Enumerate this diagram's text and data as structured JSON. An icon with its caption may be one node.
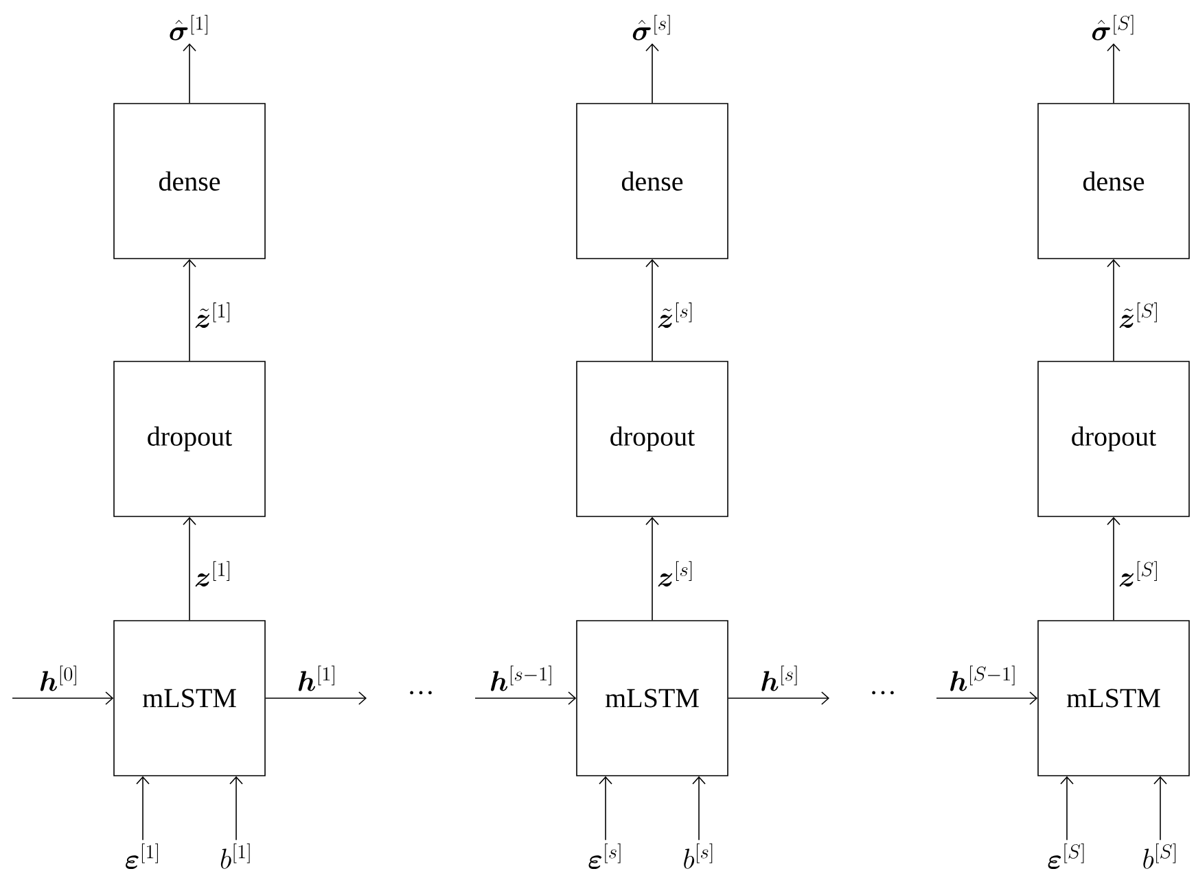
{
  "diagram": {
    "nodes": [
      {
        "text": [
          "\\hat{\\boldsymbol{\\sigma}}^{[1]}"
        ]
      },
      {
        "text": [
          "dense"
        ]
      },
      {
        "text": [
          "dropout"
        ]
      },
      {
        "text": [
          "mLSTM"
        ]
      },
      {
        "text": [
          "\\boldsymbol{\\varepsilon}^{[1]}"
        ]
      },
      {
        "text": [
          "b^{[1]}"
        ]
      },
      {
        "text": [
          "\\hat{\\boldsymbol{\\sigma}}^{[s]}"
        ]
      },
      {
        "text": [
          "dense"
        ]
      },
      {
        "text": [
          "dropout"
        ]
      },
      {
        "text": [
          "mLSTM"
        ]
      },
      {
        "text": [
          "\\boldsymbol{\\varepsilon}^{[s]}"
        ]
      },
      {
        "text": [
          "b^{[s]}"
        ]
      },
      {
        "text": [
          "\\hat{\\boldsymbol{\\sigma}}^{[S]}"
        ]
      },
      {
        "text": [
          "dense"
        ]
      },
      {
        "text": [
          "dropout"
        ]
      },
      {
        "text": [
          "mLSTM"
        ]
      },
      {
        "text": [
          "\\boldsymbol{\\varepsilon}^{[S]}"
        ]
      },
      {
        "text": [
          "b^{[S]}"
        ]
      }
    ],
    "edges": [
      {
        "from": 1,
        "to": 0,
        "arrow": "to"
      },
      {
        "from": 2,
        "to": 1,
        "arrow": "to",
        "label": "\\tilde{\\boldsymbol{z}}^{[1]}"
      },
      {
        "from": 3,
        "to": 2,
        "arrow": "to",
        "label": "\\boldsymbol{z}^{[1]}"
      },
      {
        "from": 4,
        "to": 3,
        "arrow": "to"
      },
      {
        "from": 5,
        "to": 3,
        "arrow": "to"
      },
      {
        "from": null,
        "to": 3,
        "arrow": "to",
        "label": "\\boldsymbol{h}^{[0]}"
      },
      {
        "from": 3,
        "to": null,
        "arrow": "to",
        "label": "\\boldsymbol{h}^{[1]}"
      },
      {
        "from": 7,
        "to": 6,
        "arrow": "to"
      },
      {
        "from": 8,
        "to": 7,
        "arrow": "to",
        "label": "\\tilde{\\boldsymbol{z}}^{[s]}"
      },
      {
        "from": 9,
        "to": 8,
        "arrow": "to",
        "label": "\\boldsymbol{z}^{[s]}"
      },
      {
        "from": 10,
        "to": 9,
        "arrow": "to"
      },
      {
        "from": 11,
        "to": 9,
        "arrow": "to"
      },
      {
        "from": null,
        "to": 9,
        "arrow": "to",
        "label": "\\boldsymbol{h}^{[s-1]}"
      },
      {
        "from": 9,
        "to": null,
        "arrow": "to",
        "label": "\\boldsymbol{h}^{[s]}"
      },
      {
        "from": 13,
        "to": 12,
        "arrow": "to"
      },
      {
        "from": 14,
        "to": 13,
        "arrow": "to",
        "label": "\\tilde{\\boldsymbol{z}}^{[S]}"
      },
      {
        "from": 15,
        "to": 14,
        "arrow": "to",
        "label": "\\boldsymbol{z}^{[S]}"
      },
      {
        "from": 16,
        "to": 15,
        "arrow": "to"
      },
      {
        "from": 17,
        "to": 15,
        "arrow": "to"
      },
      {
        "from": null,
        "to": 15,
        "arrow": "to",
        "label": "\\boldsymbol{h}^{[S-1]}"
      }
    ],
    "labels": [
      "…",
      "…"
    ]
  }
}
